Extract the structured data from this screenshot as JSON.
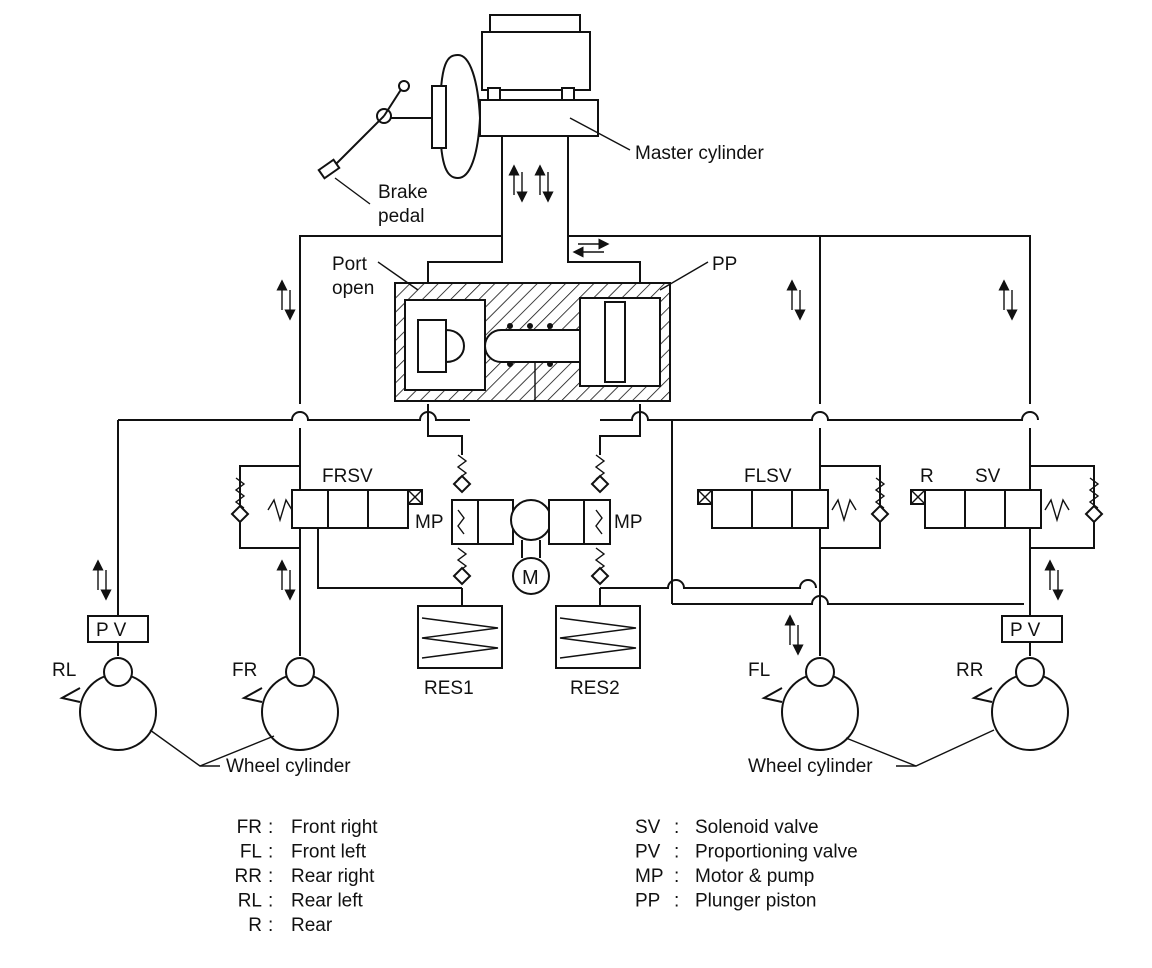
{
  "labels": {
    "master_cylinder": "Master cylinder",
    "brake": "Brake",
    "pedal": "pedal",
    "port": "Port",
    "open": "open",
    "pp": "PP",
    "frsv": "FRSV",
    "flsv": "FLSV",
    "sv": "SV",
    "r": "R",
    "mp_left": "MP",
    "mp_right": "MP",
    "motor": "M",
    "res1": "RES1",
    "res2": "RES2",
    "pv_left": "P V",
    "pv_right": "P V",
    "rl": "RL",
    "fr": "FR",
    "fl": "FL",
    "rr": "RR",
    "wheel_cylinder_left": "Wheel cylinder",
    "wheel_cylinder_right": "Wheel cylinder"
  },
  "legend_left": [
    {
      "abbr": "FR",
      "sep": ":",
      "desc": "Front right"
    },
    {
      "abbr": "FL",
      "sep": ":",
      "desc": "Front left"
    },
    {
      "abbr": "RR",
      "sep": ":",
      "desc": "Rear right"
    },
    {
      "abbr": "RL",
      "sep": ":",
      "desc": "Rear left"
    },
    {
      "abbr": "R",
      "sep": ":",
      "desc": "Rear"
    }
  ],
  "legend_right": [
    {
      "abbr": "SV",
      "sep": ":",
      "desc": "Solenoid valve"
    },
    {
      "abbr": "PV",
      "sep": ":",
      "desc": "Proportioning valve"
    },
    {
      "abbr": "MP",
      "sep": ":",
      "desc": "Motor & pump"
    },
    {
      "abbr": "PP",
      "sep": ":",
      "desc": "Plunger piston"
    }
  ]
}
